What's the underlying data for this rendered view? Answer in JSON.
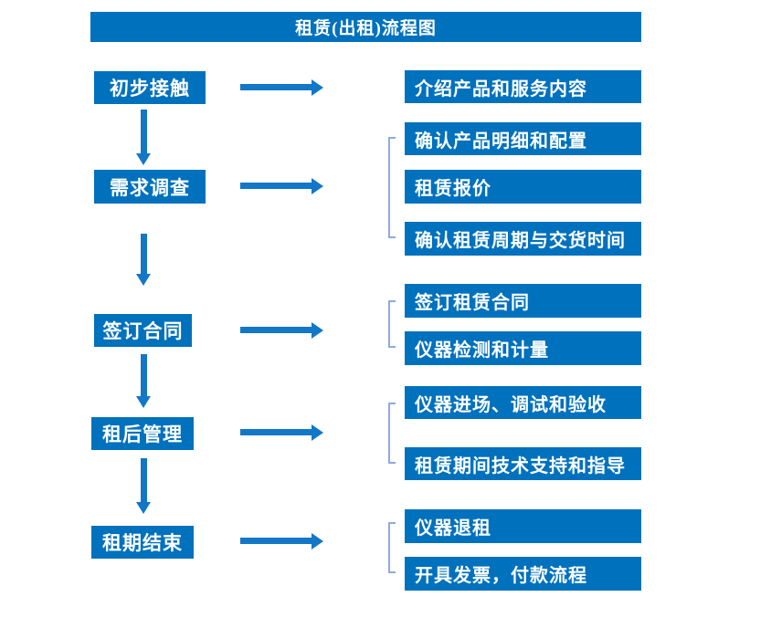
{
  "title": "租赁(出租)流程图",
  "colors": {
    "box_fill": "#0071bd",
    "arrow": "#1377c8",
    "bracket": "#8faadc",
    "box_text": "#ffffff",
    "background": "#ffffff"
  },
  "steps": [
    {
      "label": "初步接触",
      "details": [
        "介绍产品和服务内容"
      ]
    },
    {
      "label": "需求调查",
      "details": [
        "确认产品明细和配置",
        "租赁报价",
        "确认租赁周期与交货时间"
      ]
    },
    {
      "label": "签订合同",
      "details": [
        "签订租赁合同",
        "仪器检测和计量"
      ]
    },
    {
      "label": "租后管理",
      "details": [
        "仪器进场、调试和验收",
        "租赁期间技术支持和指导"
      ]
    },
    {
      "label": "租期结束",
      "details": [
        "仪器退租",
        "开具发票，付款流程"
      ]
    }
  ]
}
